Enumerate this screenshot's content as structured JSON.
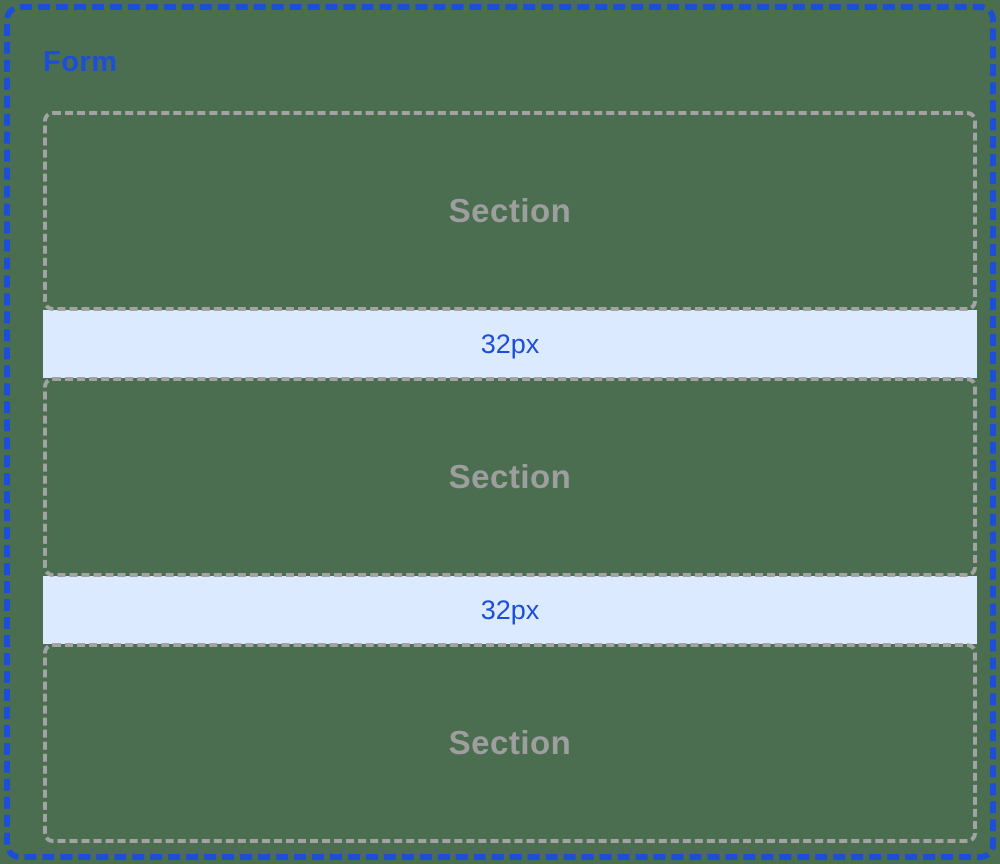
{
  "form": {
    "label": "Form",
    "sections": [
      {
        "label": "Section"
      },
      {
        "label": "Section"
      },
      {
        "label": "Section"
      }
    ],
    "spacers": [
      {
        "label": "32px"
      },
      {
        "label": "32px"
      }
    ]
  },
  "colors": {
    "canvas_background": "#4b6e51",
    "accent_blue": "#1d4ed8",
    "spacer_fill": "#dbeafe",
    "section_border_gray": "#a3a3a3",
    "section_text_gray": "#9e9e9e"
  }
}
